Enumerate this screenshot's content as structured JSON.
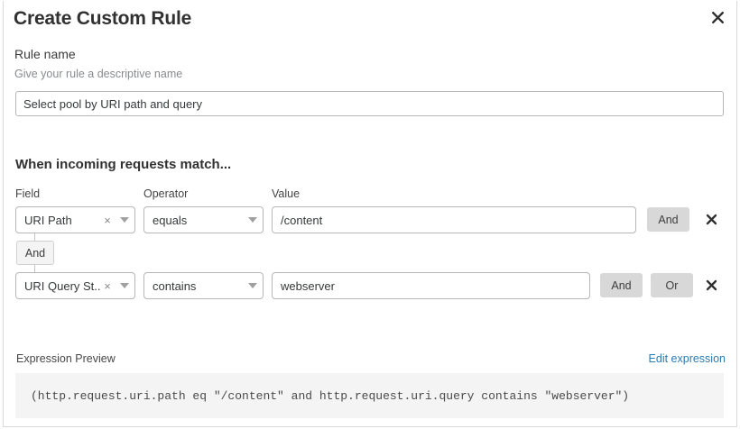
{
  "dialog": {
    "title": "Create Custom Rule",
    "close_icon": "close-icon"
  },
  "rule_name": {
    "label": "Rule name",
    "hint": "Give your rule a descriptive name",
    "value": "Select pool by URI path and query",
    "placeholder": "Select pool by URI path and query"
  },
  "match_section": {
    "heading": "When incoming requests match...",
    "columns": {
      "field": "Field",
      "operator": "Operator",
      "value": "Value"
    },
    "conditions": [
      {
        "field": "URI Path",
        "field_clear": "×",
        "operator": "equals",
        "value": "/content",
        "buttons": [
          "And"
        ],
        "delete_label": "✕"
      },
      {
        "field": "URI Query St...",
        "field_clear": "×",
        "operator": "contains",
        "value": "webserver",
        "buttons": [
          "And",
          "Or"
        ],
        "delete_label": "✕"
      }
    ],
    "connector": "And"
  },
  "expression_preview": {
    "label": "Expression Preview",
    "edit_link": "Edit expression",
    "code": "(http.request.uri.path eq \"/content\" and http.request.uri.query contains \"webserver\")"
  },
  "colors": {
    "link": "#2d7cb1",
    "button_gray": "#d8d8d8",
    "code_bg": "#f4f4f4",
    "border": "#b6b6b6"
  }
}
